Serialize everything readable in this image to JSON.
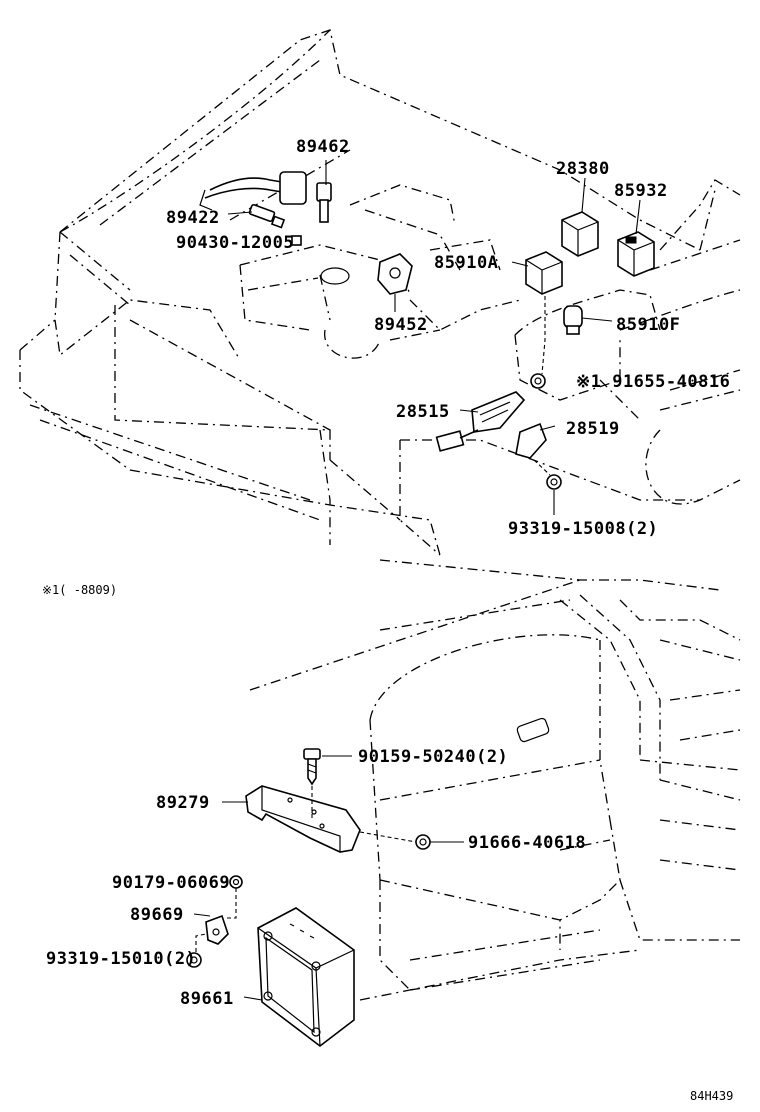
{
  "callouts": {
    "p89462": "89462",
    "p89422": "89422",
    "p90430": "90430-12005",
    "p28380": "28380",
    "p85932": "85932",
    "p85910a": "85910A",
    "p89452": "89452",
    "p85910f": "85910F",
    "p91655": "※1 91655-40816",
    "p28515": "28515",
    "p28519": "28519",
    "p93319a": "93319-15008(2)",
    "p90159": "90159-50240(2)",
    "p89279": "89279",
    "p91666": "91666-40618",
    "p90179": "90179-06069",
    "p89669": "89669",
    "p93319b": "93319-15010(2)",
    "p89661": "89661"
  },
  "note": "※1(      -8809)",
  "drawing_code": "84H439"
}
